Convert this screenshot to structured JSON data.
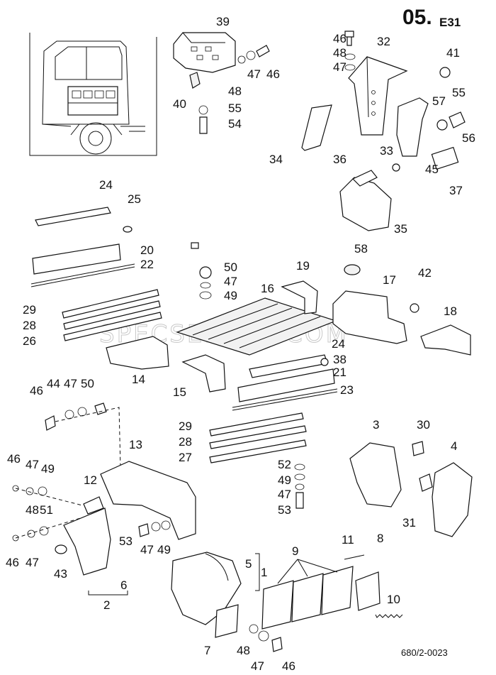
{
  "header": {
    "section_main": "05.",
    "section_sub": "E31"
  },
  "footer": {
    "drawing_number": "680/2-0023"
  },
  "watermark": {
    "text": "SPECSERVER.COM"
  },
  "callouts": [
    "39",
    "46",
    "47",
    "48",
    "46",
    "32",
    "41",
    "40",
    "48",
    "47",
    "55",
    "54",
    "34",
    "55",
    "57",
    "56",
    "33",
    "45",
    "36",
    "37",
    "35",
    "24",
    "25",
    "20",
    "22",
    "50",
    "47",
    "49",
    "19",
    "58",
    "17",
    "42",
    "16",
    "29",
    "28",
    "26",
    "18",
    "14",
    "15",
    "24",
    "38",
    "21",
    "23",
    "46",
    "44",
    "47",
    "50",
    "29",
    "28",
    "27",
    "3",
    "30",
    "4",
    "13",
    "46",
    "47",
    "49",
    "12",
    "52",
    "49",
    "47",
    "53",
    "31",
    "48",
    "51",
    "46",
    "47",
    "43",
    "6",
    "2",
    "53",
    "47",
    "49",
    "11",
    "8",
    "9",
    "5",
    "1",
    "10",
    "7",
    "48",
    "47",
    "46"
  ]
}
